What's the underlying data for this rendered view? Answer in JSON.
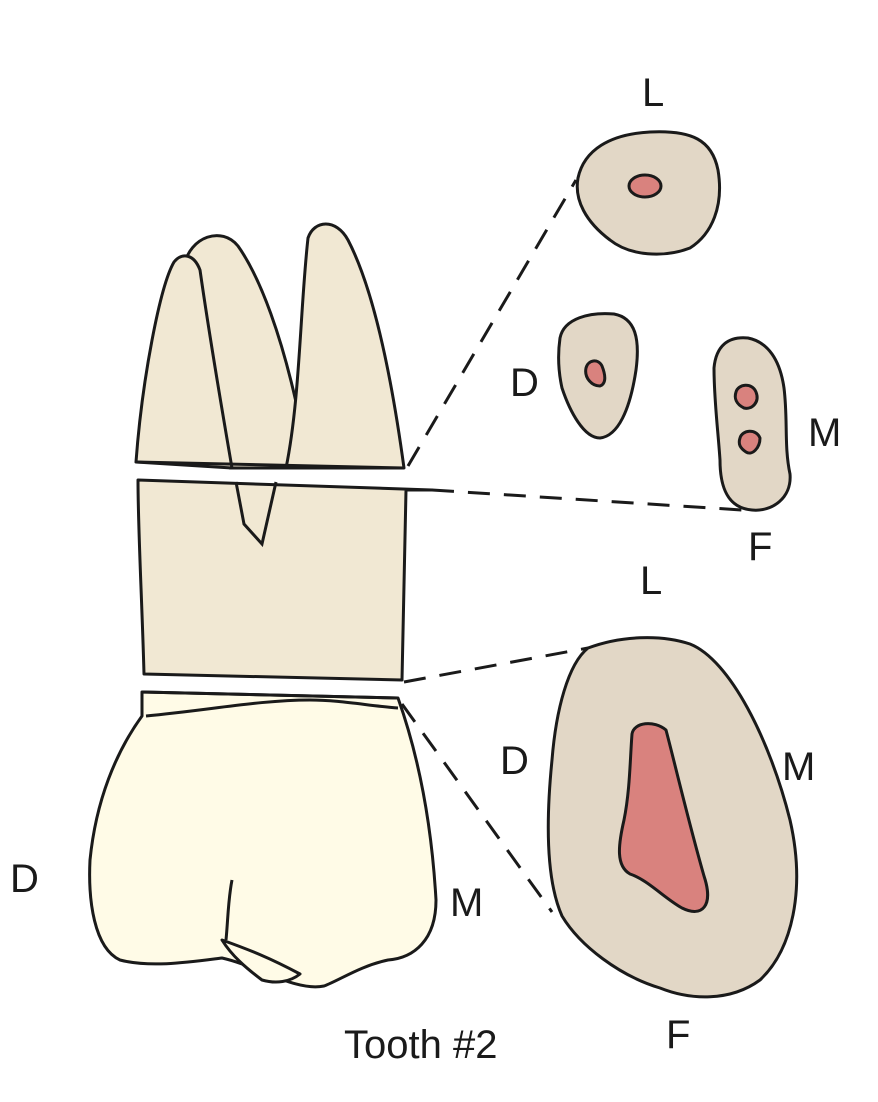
{
  "caption": "Tooth #2",
  "labels": {
    "tooth_distal": "D",
    "tooth_mesial": "M",
    "palatal_root_lingual": "L",
    "buccal_roots_distal": "D",
    "buccal_roots_mesial": "M",
    "buccal_roots_facial": "F",
    "cervical_lingual": "L",
    "cervical_distal": "D",
    "cervical_mesial": "M",
    "cervical_facial": "F"
  },
  "colors": {
    "root_fill": "#f1e8d3",
    "crown_fill": "#fffbe7",
    "section_fill": "#e2d7c6",
    "canal_fill": "#d9827e",
    "outline": "#1a1a1a"
  }
}
